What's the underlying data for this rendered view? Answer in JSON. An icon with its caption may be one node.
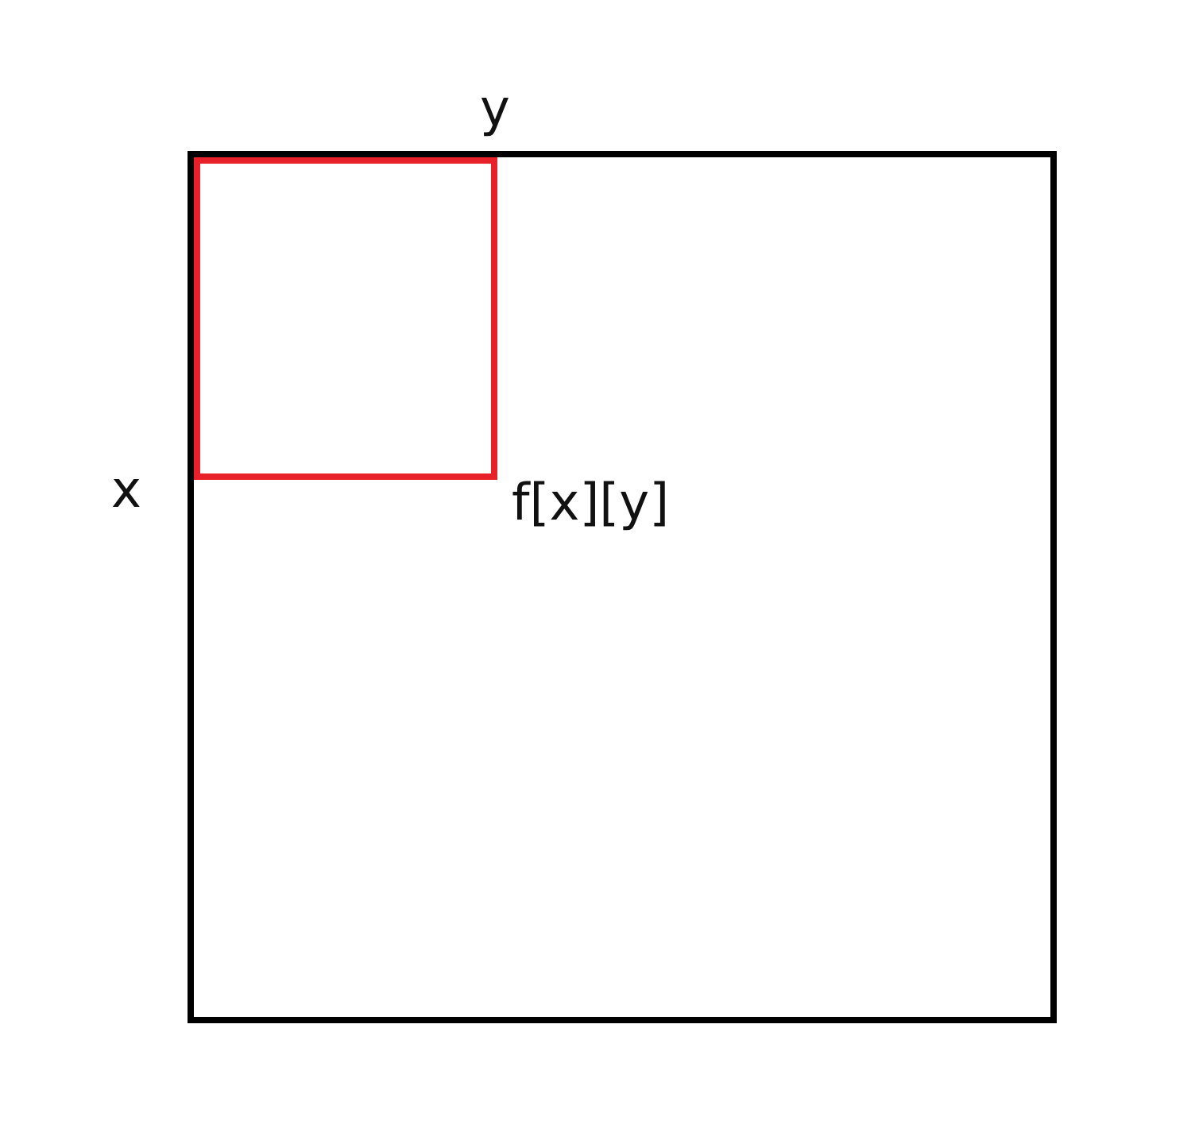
{
  "diagram": {
    "nodes": [
      {
        "text": [],
        "shape": "box"
      },
      {
        "text": [],
        "shape": "box",
        "in": 0
      }
    ],
    "labels": [
      "y",
      "x",
      "f[x][y]"
    ]
  }
}
